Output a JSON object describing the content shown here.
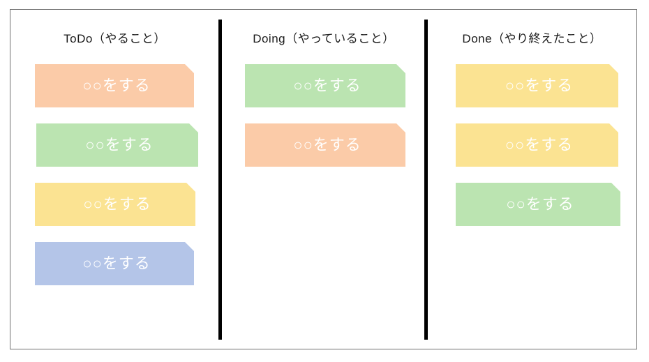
{
  "board": {
    "card_text": "○○をする",
    "palette": {
      "peach": "#FBCBA8",
      "green": "#BBE4B1",
      "yellow": "#FBE392",
      "blue": "#B4C5E8",
      "divider": "#000000",
      "frame_border": "#6F6F6F",
      "card_text_color": "#FFFFFF",
      "header_text_color": "#1A1A1A",
      "background": "#FFFFFF"
    },
    "columns": [
      {
        "id": "todo",
        "header": "ToDo（やること）",
        "cards": [
          {
            "label": "○○をする",
            "color": "#FBCBA8",
            "color_name": "peach"
          },
          {
            "label": "○○をする",
            "color": "#BBE4B1",
            "color_name": "green"
          },
          {
            "label": "○○をする",
            "color": "#FBE392",
            "color_name": "yellow"
          },
          {
            "label": "○○をする",
            "color": "#B4C5E8",
            "color_name": "blue"
          }
        ]
      },
      {
        "id": "doing",
        "header": "Doing（やっていること）",
        "cards": [
          {
            "label": "○○をする",
            "color": "#BBE4B1",
            "color_name": "green"
          },
          {
            "label": "○○をする",
            "color": "#FBCBA8",
            "color_name": "peach"
          }
        ]
      },
      {
        "id": "done",
        "header": "Done（やり終えたこと）",
        "cards": [
          {
            "label": "○○をする",
            "color": "#FBE392",
            "color_name": "yellow"
          },
          {
            "label": "○○をする",
            "color": "#FBE392",
            "color_name": "yellow"
          },
          {
            "label": "○○をする",
            "color": "#BBE4B1",
            "color_name": "green"
          }
        ]
      }
    ]
  }
}
